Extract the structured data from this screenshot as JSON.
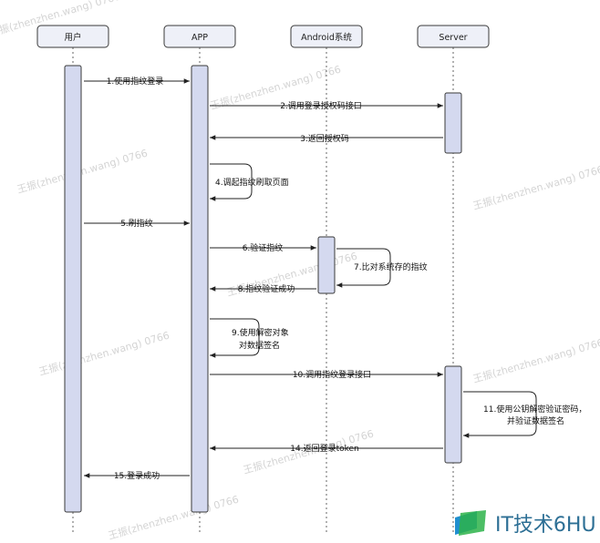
{
  "participants": [
    {
      "id": "user",
      "label": "用户"
    },
    {
      "id": "app",
      "label": "APP"
    },
    {
      "id": "android",
      "label": "Android系统"
    },
    {
      "id": "server",
      "label": "Server"
    }
  ],
  "messages": [
    {
      "id": "m1",
      "label": "1.使用指纹登录",
      "from": "user",
      "to": "app"
    },
    {
      "id": "m2",
      "label": "2.调用登录授权码接口",
      "from": "app",
      "to": "server"
    },
    {
      "id": "m3",
      "label": "3.返回授权码",
      "from": "server",
      "to": "app"
    },
    {
      "id": "m4",
      "label": "4.调起指纹刷取页面",
      "from": "app",
      "to": "app"
    },
    {
      "id": "m5",
      "label": "5.刷指纹",
      "from": "user",
      "to": "app"
    },
    {
      "id": "m6",
      "label": "6.验证指纹",
      "from": "app",
      "to": "android"
    },
    {
      "id": "m7",
      "label": "7.比对系统存的指纹",
      "from": "android",
      "to": "android"
    },
    {
      "id": "m8",
      "label": "8.指纹验证成功",
      "from": "android",
      "to": "app"
    },
    {
      "id": "m9a",
      "label": "9.使用解密对象",
      "from": "app",
      "to": "app"
    },
    {
      "id": "m9b",
      "label": "对数据签名",
      "from": "app",
      "to": "app"
    },
    {
      "id": "m10",
      "label": "10.调用指纹登录接口",
      "from": "app",
      "to": "server"
    },
    {
      "id": "m11a",
      "label": "11.使用公钥解密验证密码，",
      "from": "server",
      "to": "server"
    },
    {
      "id": "m11b",
      "label": "并验证数据签名",
      "from": "server",
      "to": "server"
    },
    {
      "id": "m14",
      "label": "14.返回登录token",
      "from": "server",
      "to": "app"
    },
    {
      "id": "m15",
      "label": "15.登录成功",
      "from": "app",
      "to": "user"
    }
  ],
  "watermarks": [
    "王振(zhenzhen.wang) 0766",
    "王振(zhenzhen.wang) 0766",
    "王振(zhenzhen.wang) 0766",
    "王振(zhenzhen.wang) 0766",
    "王振(zhenzhen.wang) 0766",
    "王振(zhenzhen.wang) 0766",
    "王振(zhenzhen.wang) 0766",
    "王振(zhenzhen.wang) 0766",
    "王振(zhenzhen.wang) 0766"
  ],
  "brand": {
    "text": "IT技术6HU",
    "icon": "brand-logo-icon"
  },
  "colors": {
    "header_fill": "#eef0f8",
    "header_stroke": "#3a3a3a",
    "activation_fill": "#d4d9ef",
    "line": "#222222",
    "brand_green": "#2db34a",
    "brand_blue": "#1f8fcf",
    "brand_text": "#2d6f95"
  }
}
